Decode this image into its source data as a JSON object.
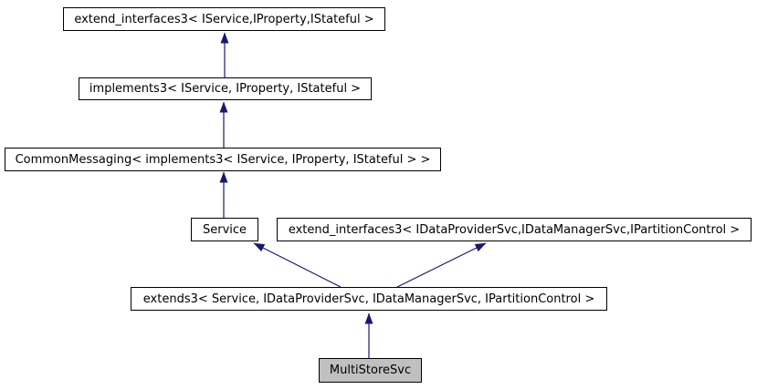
{
  "diagram": {
    "type": "inheritance-graph",
    "colors": {
      "arrow": "#191970",
      "node_border": "#000000",
      "node_background": "#ffffff",
      "highlighted_node_background": "#c0c0c0",
      "text": "#000000",
      "page_background": "#ffffff"
    },
    "nodes": [
      {
        "id": "extend_interfaces3_stateful",
        "label": "extend_interfaces3< IService,IProperty,IStateful >",
        "highlighted": false
      },
      {
        "id": "implements3",
        "label": "implements3< IService, IProperty, IStateful >",
        "highlighted": false
      },
      {
        "id": "common_messaging",
        "label": "CommonMessaging< implements3< IService, IProperty, IStateful > >",
        "highlighted": false
      },
      {
        "id": "service",
        "label": "Service",
        "highlighted": false
      },
      {
        "id": "extend_interfaces3_partition",
        "label": "extend_interfaces3< IDataProviderSvc,IDataManagerSvc,IPartitionControl >",
        "highlighted": false
      },
      {
        "id": "extends3",
        "label": "extends3< Service, IDataProviderSvc, IDataManagerSvc, IPartitionControl >",
        "highlighted": false
      },
      {
        "id": "multistoresvc",
        "label": "MultiStoreSvc",
        "highlighted": true
      }
    ],
    "edges": [
      {
        "from": "implements3",
        "to": "extend_interfaces3_stateful",
        "relation": "inherits"
      },
      {
        "from": "common_messaging",
        "to": "implements3",
        "relation": "inherits"
      },
      {
        "from": "service",
        "to": "common_messaging",
        "relation": "inherits"
      },
      {
        "from": "extends3",
        "to": "service",
        "relation": "inherits"
      },
      {
        "from": "extends3",
        "to": "extend_interfaces3_partition",
        "relation": "inherits"
      },
      {
        "from": "multistoresvc",
        "to": "extends3",
        "relation": "inherits"
      }
    ]
  }
}
